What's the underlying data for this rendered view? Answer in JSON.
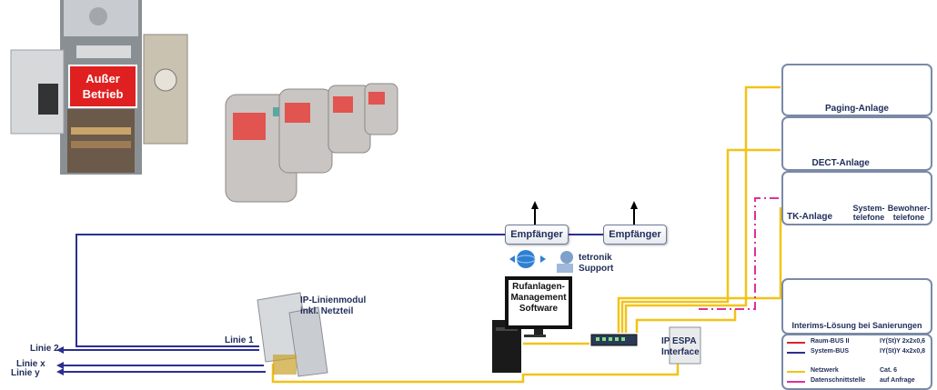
{
  "photo_sign": {
    "line1": "Außer",
    "line2": "Betrieb"
  },
  "receivers": [
    "Empfänger",
    "Empfänger"
  ],
  "support": {
    "line1": "tetronik",
    "line2": "Support"
  },
  "software": {
    "line1": "Rufanlagen-",
    "line2": "Management",
    "line3": "Software"
  },
  "module": {
    "line1": "IP-Linienmodul",
    "line2": "inkl. Netzteil"
  },
  "lines": {
    "linie1": "Linie 1",
    "linie2": "Linie 2",
    "linie_x": "Linie x",
    "linie_y": "Linie y"
  },
  "espa": {
    "line1": "IP ESPA",
    "line2": "Interface"
  },
  "panels": {
    "paging": "Paging-Anlage",
    "dect": "DECT-Anlage",
    "tk": "TK-Anlage",
    "system_phones": {
      "line1": "System-",
      "line2": "telefone"
    },
    "resident_phones": {
      "line1": "Bewohner-",
      "line2": "telefone"
    },
    "interim": "Interims-Lösung bei Sanierungen"
  },
  "legend": [
    {
      "name": "Raum-BUS II",
      "cable": "IY(St)Y 2x2x0,6",
      "color": "#d9232f"
    },
    {
      "name": "System-BUS",
      "cable": "IY(St)Y 4x2x0,8",
      "color": "#2b2f8f"
    },
    {
      "name": "Netzwerk",
      "cable": "Cat. 6",
      "color": "#f2c318"
    },
    {
      "name": "Datenschnittstelle",
      "cable": "auf Anfrage",
      "color": "#e0309a"
    }
  ],
  "colors": {
    "system_bus": "#2b2f8f",
    "network": "#f2c318",
    "data_interface": "#e0309a"
  }
}
